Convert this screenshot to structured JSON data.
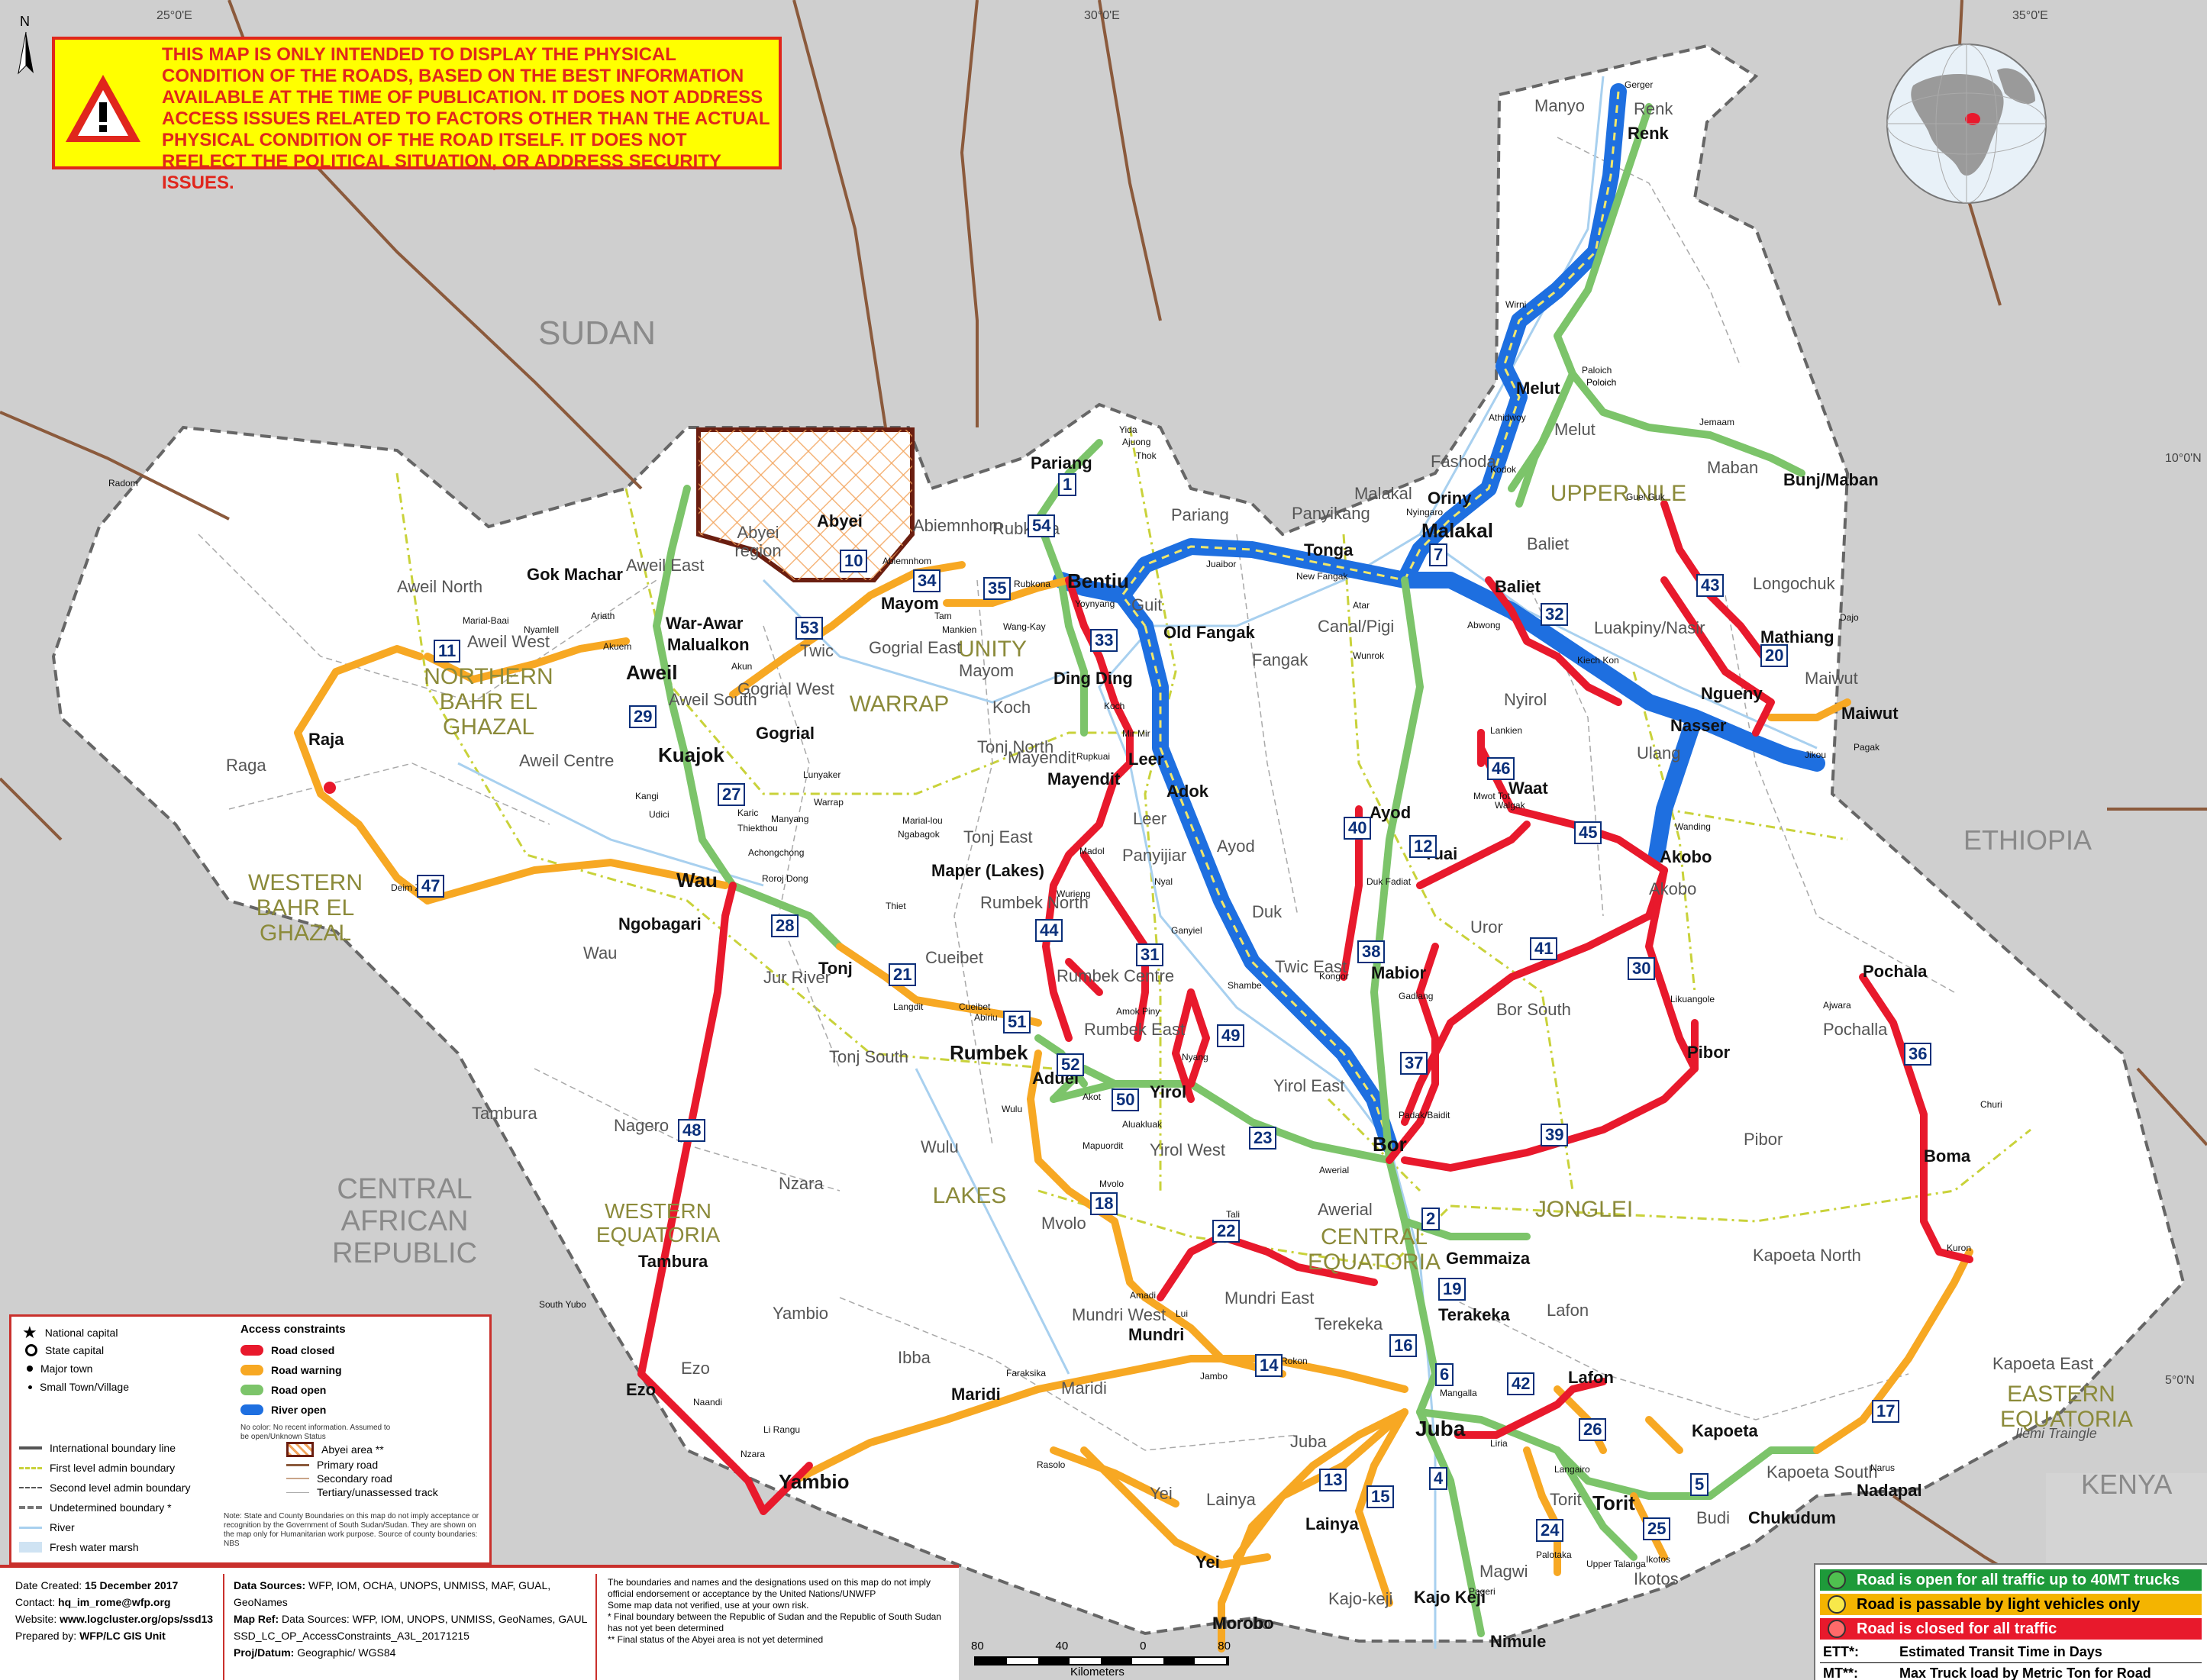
{
  "warning_text": "THIS MAP IS ONLY INTENDED TO DISPLAY THE PHYSICAL CONDITION OF THE ROADS, BASED ON THE BEST INFORMATION AVAILABLE AT THE TIME OF PUBLICATION. IT DOES NOT ADDRESS ACCESS ISSUES RELATED TO FACTORS OTHER THAN THE ACTUAL PHYSICAL CONDITION OF THE ROAD ITSELF. IT DOES NOT REFLECT THE POLITICAL SITUATION, OR ADDRESS SECURITY ISSUES.",
  "north_label": "N",
  "graticule": [
    "25°0'E",
    "30°0'E",
    "35°0'E",
    "10°0'N",
    "5°0'N"
  ],
  "countries": [
    "SUDAN",
    "ETHIOPIA",
    "KENYA",
    "CENTRAL AFRICAN REPUBLIC"
  ],
  "states": [
    "UPPER NILE",
    "UNITY",
    "WARRAP",
    "NORTHERN BAHR EL GHAZAL",
    "WESTERN BAHR EL GHAZAL",
    "LAKES",
    "JONGLEI",
    "CENTRAL EQUATORIA",
    "WESTERN EQUATORIA",
    "EASTERN EQUATORIA"
  ],
  "abyei": "Abyei region",
  "ilemi": "Ilemi Traingle",
  "counties": [
    "Manyo",
    "Renk",
    "Melut",
    "Maban",
    "Fashoda",
    "Malakal",
    "Baliet",
    "Longochuk",
    "Luakpiny/Nasir",
    "Maiwut",
    "Ulang",
    "Nyirol",
    "Akobo",
    "Panyikang",
    "Canal/Pigi",
    "Fangak",
    "Pariang",
    "Abiemnhom",
    "Rubkona",
    "Guit",
    "Koch",
    "Mayom",
    "Leer",
    "Mayendit",
    "Panyijiar",
    "Ayod",
    "Duk",
    "Uror",
    "Twic East",
    "Bor South",
    "Pochalla",
    "Pibor",
    "Aweil North",
    "Aweil East",
    "Aweil West",
    "Aweil South",
    "Aweil Centre",
    "Twic",
    "Gogrial East",
    "Gogrial West",
    "Tonj North",
    "Tonj East",
    "Tonj South",
    "Raga",
    "Jur River",
    "Wau",
    "Cueibet",
    "Rumbek North",
    "Rumbek Centre",
    "Rumbek East",
    "Wulu",
    "Yirol East",
    "Yirol West",
    "Awerial",
    "Tambura",
    "Nagero",
    "Mvolo",
    "Nzara",
    "Yambio",
    "Ibba",
    "Maridi",
    "Mundri West",
    "Mundri East",
    "Terekeka",
    "Juba",
    "Lainya",
    "Yei",
    "Morobo",
    "Kajo-keji",
    "Magwi",
    "Torit",
    "Ikotos",
    "Budi",
    "Kapoeta South",
    "Kapoeta North",
    "Kapoeta East",
    "Lafon",
    "Ezo"
  ],
  "towns": [
    {
      "name": "Gerger",
      "size": "small"
    },
    {
      "name": "Renk",
      "size": "major"
    },
    {
      "name": "Wirni",
      "size": "small"
    },
    {
      "name": "Melut",
      "size": "major"
    },
    {
      "name": "Paloich",
      "size": "small"
    },
    {
      "name": "Poloich",
      "size": "small"
    },
    {
      "name": "Athidwoy",
      "size": "small"
    },
    {
      "name": "Jemaam",
      "size": "small"
    },
    {
      "name": "Kodok",
      "size": "small"
    },
    {
      "name": "Bunj/Maban",
      "size": "major"
    },
    {
      "name": "Guel Guk",
      "size": "small"
    },
    {
      "name": "Oriny",
      "size": "major"
    },
    {
      "name": "Nyingaro",
      "size": "small"
    },
    {
      "name": "Malakal",
      "size": "capital"
    },
    {
      "name": "Tonga",
      "size": "major"
    },
    {
      "name": "Juaibor",
      "size": "small"
    },
    {
      "name": "New Fangak",
      "size": "small"
    },
    {
      "name": "Baliet",
      "size": "major"
    },
    {
      "name": "Abwong",
      "size": "small"
    },
    {
      "name": "Mathiang",
      "size": "major"
    },
    {
      "name": "Dajo",
      "size": "small"
    },
    {
      "name": "Kiech Kon",
      "size": "small"
    },
    {
      "name": "Ngueny",
      "size": "major"
    },
    {
      "name": "Maiwut",
      "size": "major"
    },
    {
      "name": "Nasser",
      "size": "major"
    },
    {
      "name": "Jikou",
      "size": "small"
    },
    {
      "name": "Pagak",
      "size": "small"
    },
    {
      "name": "Wunrok",
      "size": "small"
    },
    {
      "name": "Atar",
      "size": "small"
    },
    {
      "name": "Old Fangak",
      "size": "major"
    },
    {
      "name": "Yida",
      "size": "small"
    },
    {
      "name": "Ajuong",
      "size": "small"
    },
    {
      "name": "Thok",
      "size": "small"
    },
    {
      "name": "Pariang",
      "size": "major"
    },
    {
      "name": "Bentiu",
      "size": "capital"
    },
    {
      "name": "Rubkona",
      "size": "small"
    },
    {
      "name": "Yoynyang",
      "size": "small"
    },
    {
      "name": "Wang-Kay",
      "size": "small"
    },
    {
      "name": "Mankien",
      "size": "small"
    },
    {
      "name": "Tam",
      "size": "small"
    },
    {
      "name": "Mayom",
      "size": "major"
    },
    {
      "name": "Abiemnhom",
      "size": "small"
    },
    {
      "name": "Abyei",
      "size": "major"
    },
    {
      "name": "Koch",
      "size": "small"
    },
    {
      "name": "Ding Ding",
      "size": "major"
    },
    {
      "name": "Mir Mir",
      "size": "small"
    },
    {
      "name": "Rupkuai",
      "size": "small"
    },
    {
      "name": "Leer",
      "size": "major"
    },
    {
      "name": "Adok",
      "size": "major"
    },
    {
      "name": "Lankien",
      "size": "small"
    },
    {
      "name": "Waat",
      "size": "major"
    },
    {
      "name": "Walgak",
      "size": "small"
    },
    {
      "name": "Mwot Tot",
      "size": "small"
    },
    {
      "name": "Wanding",
      "size": "small"
    },
    {
      "name": "Akobo",
      "size": "major"
    },
    {
      "name": "Ayod",
      "size": "major"
    },
    {
      "name": "Yuai",
      "size": "major"
    },
    {
      "name": "Duk Fadiat",
      "size": "small"
    },
    {
      "name": "Mayendit",
      "size": "major"
    },
    {
      "name": "Madol",
      "size": "small"
    },
    {
      "name": "Nyal",
      "size": "small"
    },
    {
      "name": "Ganyiel",
      "size": "small"
    },
    {
      "name": "Wurieng",
      "size": "small"
    },
    {
      "name": "Kongor",
      "size": "small"
    },
    {
      "name": "Mabior",
      "size": "major"
    },
    {
      "name": "Gadiang",
      "size": "small"
    },
    {
      "name": "Likuangole",
      "size": "small"
    },
    {
      "name": "Pibor",
      "size": "major"
    },
    {
      "name": "Pochala",
      "size": "major"
    },
    {
      "name": "Ajwara",
      "size": "small"
    },
    {
      "name": "Shambe",
      "size": "small"
    },
    {
      "name": "Amok Piny",
      "size": "small"
    },
    {
      "name": "Poloich",
      "size": "small"
    },
    {
      "name": "Nyang",
      "size": "small"
    },
    {
      "name": "Yirol",
      "size": "major"
    },
    {
      "name": "Padak/Baidit",
      "size": "small"
    },
    {
      "name": "Bor",
      "size": "capital"
    },
    {
      "name": "Churi",
      "size": "small"
    },
    {
      "name": "Boma",
      "size": "major"
    },
    {
      "name": "Kuron",
      "size": "small"
    },
    {
      "name": "Gok Machar",
      "size": "major"
    },
    {
      "name": "Marial-Baai",
      "size": "small"
    },
    {
      "name": "Nyamlell",
      "size": "small"
    },
    {
      "name": "Ariath",
      "size": "small"
    },
    {
      "name": "Akuem",
      "size": "small"
    },
    {
      "name": "War-Awar",
      "size": "major"
    },
    {
      "name": "Malualkon",
      "size": "major"
    },
    {
      "name": "Akun",
      "size": "small"
    },
    {
      "name": "Aweil",
      "size": "capital"
    },
    {
      "name": "Kuajok",
      "size": "capital"
    },
    {
      "name": "Gogrial",
      "size": "major"
    },
    {
      "name": "Lunyaker",
      "size": "small"
    },
    {
      "name": "Warrap",
      "size": "small"
    },
    {
      "name": "Kangi",
      "size": "small"
    },
    {
      "name": "Udici",
      "size": "small"
    },
    {
      "name": "Karic",
      "size": "small"
    },
    {
      "name": "Manyang",
      "size": "small"
    },
    {
      "name": "Thiekthou",
      "size": "small"
    },
    {
      "name": "Achongchong",
      "size": "small"
    },
    {
      "name": "Marial-lou",
      "size": "small"
    },
    {
      "name": "Ngabagok",
      "size": "small"
    },
    {
      "name": "Maper (Lakes)",
      "size": "major"
    },
    {
      "name": "Roroj Dong",
      "size": "small"
    },
    {
      "name": "Thiet",
      "size": "small"
    },
    {
      "name": "Radom",
      "size": "small"
    },
    {
      "name": "Raja",
      "size": "major"
    },
    {
      "name": "Deim Zubeir",
      "size": "small"
    },
    {
      "name": "Wau",
      "size": "capital"
    },
    {
      "name": "Ngobagari",
      "size": "major"
    },
    {
      "name": "Tonj",
      "size": "major"
    },
    {
      "name": "Langdit",
      "size": "small"
    },
    {
      "name": "Cueibet",
      "size": "small"
    },
    {
      "name": "Abiriu",
      "size": "small"
    },
    {
      "name": "Rumbek",
      "size": "capital"
    },
    {
      "name": "Aduel",
      "size": "major"
    },
    {
      "name": "Wulu",
      "size": "small"
    },
    {
      "name": "Akot",
      "size": "small"
    },
    {
      "name": "Aluakluak",
      "size": "small"
    },
    {
      "name": "Mapuordit",
      "size": "small"
    },
    {
      "name": "Mvolo",
      "size": "small"
    },
    {
      "name": "Awerial",
      "size": "small"
    },
    {
      "name": "Gemmaiza",
      "size": "major"
    },
    {
      "name": "Tali",
      "size": "small"
    },
    {
      "name": "Terakeka",
      "size": "major"
    },
    {
      "name": "Amadi",
      "size": "small"
    },
    {
      "name": "Lui",
      "size": "small"
    },
    {
      "name": "Mundri",
      "size": "major"
    },
    {
      "name": "Jambo",
      "size": "small"
    },
    {
      "name": "Rokon",
      "size": "small"
    },
    {
      "name": "Mangalla",
      "size": "small"
    },
    {
      "name": "Juba",
      "size": "national"
    },
    {
      "name": "Lafon",
      "size": "major"
    },
    {
      "name": "Tambura",
      "size": "major"
    },
    {
      "name": "South Yubo",
      "size": "small"
    },
    {
      "name": "Ezo",
      "size": "major"
    },
    {
      "name": "Naandi",
      "size": "small"
    },
    {
      "name": "Li Rangu",
      "size": "small"
    },
    {
      "name": "Nzara",
      "size": "small"
    },
    {
      "name": "Yambio",
      "size": "capital"
    },
    {
      "name": "Faraksika",
      "size": "small"
    },
    {
      "name": "Maridi",
      "size": "major"
    },
    {
      "name": "Rasolo",
      "size": "small"
    },
    {
      "name": "Lainya",
      "size": "major"
    },
    {
      "name": "Yei",
      "size": "major"
    },
    {
      "name": "Morobo",
      "size": "major"
    },
    {
      "name": "Kajo Keji",
      "size": "major"
    },
    {
      "name": "Pageri",
      "size": "small"
    },
    {
      "name": "Nimule",
      "size": "major"
    },
    {
      "name": "Liria",
      "size": "small"
    },
    {
      "name": "Langairo",
      "size": "small"
    },
    {
      "name": "Torit",
      "size": "capital"
    },
    {
      "name": "Palotaka",
      "size": "small"
    },
    {
      "name": "Upper Talanga",
      "size": "small"
    },
    {
      "name": "Ikotos",
      "size": "small"
    },
    {
      "name": "Chukudum",
      "size": "major"
    },
    {
      "name": "Kapoeta",
      "size": "major"
    },
    {
      "name": "Narus",
      "size": "small"
    },
    {
      "name": "Nadapal",
      "size": "major"
    }
  ],
  "road_ids": [
    "1",
    "2",
    "4",
    "5",
    "6",
    "7",
    "10",
    "11",
    "12",
    "13",
    "14",
    "15",
    "16",
    "17",
    "18",
    "19",
    "20",
    "21",
    "22",
    "23",
    "24",
    "25",
    "26",
    "27",
    "28",
    "29",
    "30",
    "31",
    "32",
    "33",
    "34",
    "35",
    "36",
    "37",
    "38",
    "39",
    "40",
    "41",
    "42",
    "43",
    "44",
    "45",
    "46",
    "47",
    "48",
    "49",
    "50",
    "51",
    "52",
    "53",
    "54"
  ],
  "legend": {
    "towns": [
      "National capital",
      "State capital",
      "Major town",
      "Small Town/Village"
    ],
    "access_title": "Access constraints",
    "access": [
      {
        "label": "Road closed",
        "color": "#e8192c"
      },
      {
        "label": "Road warning",
        "color": "#f7a823"
      },
      {
        "label": "Road open",
        "color": "#7cc46a"
      },
      {
        "label": "River open",
        "color": "#1e6fe0"
      }
    ],
    "no_color": "No color: No recent information. Assumed to be open/Unknown Status",
    "boundaries": [
      "International boundary line",
      "First level admin boundary",
      "Second level admin boundary",
      "Undetermined boundary *"
    ],
    "roads": [
      "Abyei area **",
      "Primary road",
      "Secondary road",
      "Tertiary/unassessed track"
    ],
    "hydro": [
      "River",
      "Fresh water marsh"
    ],
    "note": "Note: State and County Boundaries on this map do not imply acceptance or recognition by the Government of South Sudan/Sudan. They are shown on the map only for Humanitarian work purpose. Source of county boundaries: NBS"
  },
  "footer": {
    "date_label": "Date Created:",
    "date": "15 December 2017",
    "contact_label": "Contact:",
    "contact": "hq_im_rome@wfp.org",
    "website_label": "Website:",
    "website": "www.logcluster.org/ops/ssd13",
    "prepared_label": "Prepared by:",
    "prepared": "WFP/LC GIS Unit",
    "data_sources_label": "Data Sources:",
    "data_sources": "WFP, IOM, OCHA, UNOPS, UNMISS, MAF, GUAL, GeoNames",
    "map_ref_label": "Map Ref:",
    "map_ref": "Data Sources: WFP, IOM, UNOPS, UNMISS, GeoNames, GAUL",
    "map_ref2": "SSD_LC_OP_AccessConstraints_A3L_20171215",
    "proj_label": "Proj/Datum:",
    "proj": "Geographic/ WGS84",
    "disclaimer1": "The boundaries and names and the designations used on this map do not imply official endorsement or acceptance by the United Nations/UNWFP",
    "disclaimer2": "Some map data not verified, use at your own risk.",
    "disclaimer3": "* Final boundary between the Republic of Sudan and the Republic of South Sudan has not yet been determined",
    "disclaimer4": "** Final status of the Abyei area is not yet determined"
  },
  "scale": {
    "ticks": [
      "80",
      "40",
      "0",
      "80"
    ],
    "unit": "Kilometers"
  },
  "key": {
    "green": "Road is open for all traffic up to 40MT trucks",
    "yellow": "Road is passable by light vehicles only",
    "red": "Road is closed for all traffic",
    "ett_label": "ETT*:",
    "ett": "Estimated Transit Time in Days",
    "mt_label": "MT**:",
    "mt": "Max Truck load by Metric Ton for Road"
  },
  "colors": {
    "closed": "#e8192c",
    "warning": "#f7a823",
    "open": "#7cc46a",
    "river": "#1e6fe0",
    "land": "#ffffff",
    "outside": "#cfcfcf",
    "state_label": "#8b8a3a"
  }
}
